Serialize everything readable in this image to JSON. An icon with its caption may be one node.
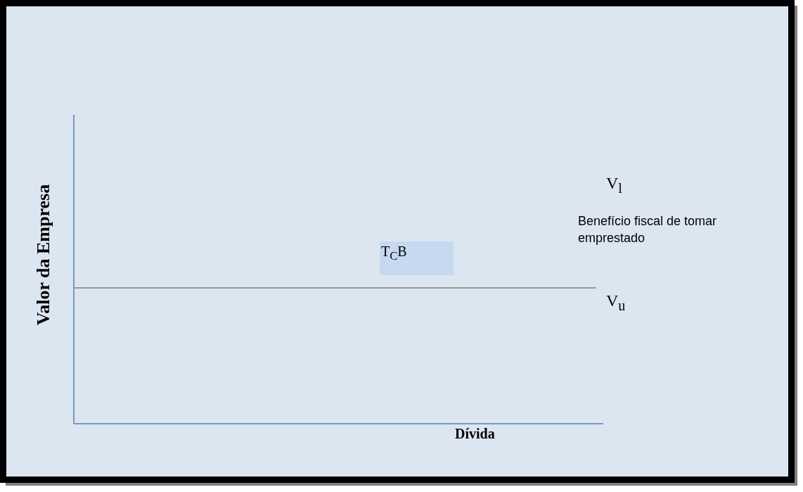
{
  "diagram": {
    "nodes": [
      {
        "text": [
          "T$_{C}$B"
        ]
      }
    ],
    "labels": [
      "V$_{l}$",
      "Benefício fiscal de tomar emprestado",
      "V$_{u}$",
      "Valor da Empresa",
      "Dívida"
    ]
  }
}
